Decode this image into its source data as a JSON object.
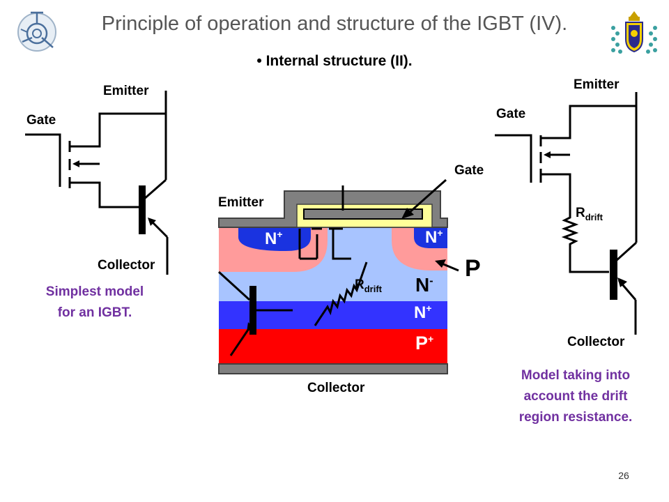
{
  "title": "Principle of operation and structure of the IGBT (IV).",
  "subtitle": "• Internal structure (II).",
  "left_model": {
    "emitter": "Emitter",
    "gate": "Gate",
    "collector": "Collector",
    "note_line1": "Simplest model",
    "note_line2": "for an IGBT."
  },
  "center_structure": {
    "emitter": "Emitter",
    "gate": "Gate",
    "collector": "Collector",
    "n_plus_left": "N",
    "n_plus_right": "N",
    "p_region": "P",
    "n_minus": "N",
    "n_buffer": "N",
    "p_plus": "P",
    "rdrift_main": "R",
    "rdrift_sub": "drift",
    "sup_plus": "+",
    "sup_minus": "-"
  },
  "right_model": {
    "emitter": "Emitter",
    "gate": "Gate",
    "collector": "Collector",
    "rdrift_main": "R",
    "rdrift_sub": "drift",
    "note_line1": "Model taking into",
    "note_line2": "account the drift",
    "note_line3": "region resistance."
  },
  "page_number": "26",
  "colors": {
    "title": "#555555",
    "note": "#7030a0",
    "n_minus_drift": "#a8c4ff",
    "n_plus_buffer": "#3333ff",
    "p_plus_substrate": "#ff0000",
    "p_well": "#ff9b9b",
    "n_plus_source": "#1a33e0",
    "gate_oxide": "#ffff99",
    "metal": "#808080"
  },
  "icons": {
    "left_logo": "transistor-logo-icon",
    "right_logo": "university-crest-icon"
  }
}
